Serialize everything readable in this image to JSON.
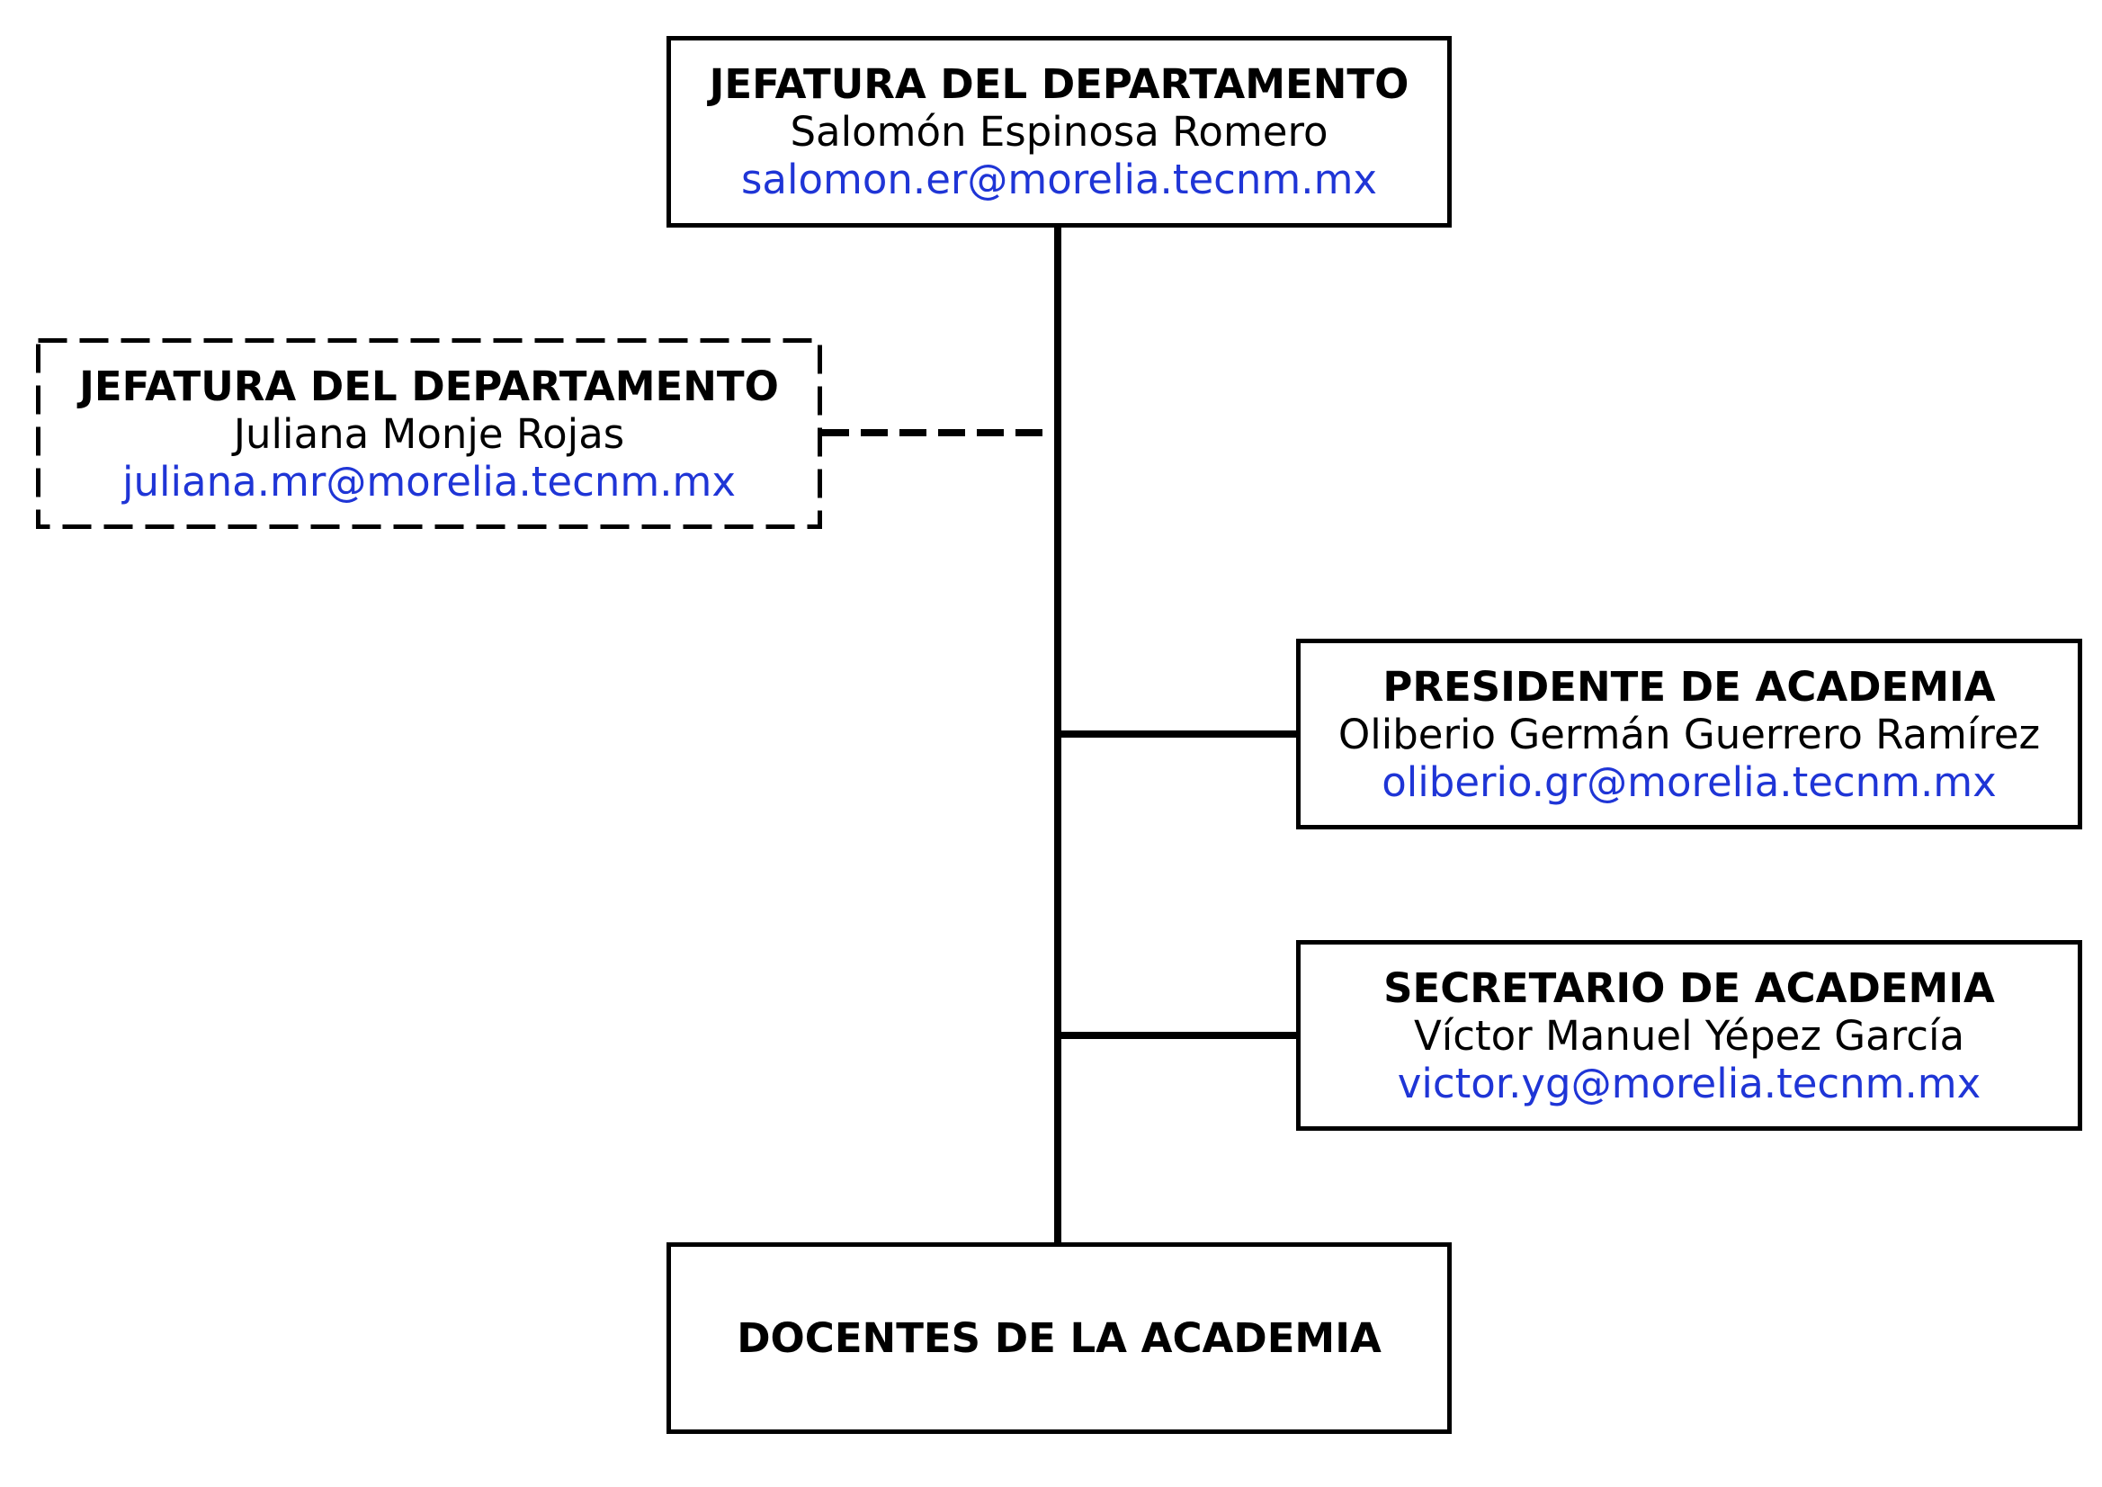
{
  "org_chart": {
    "head": {
      "title": "JEFATURA DEL DEPARTAMENTO",
      "person": "Salomón Espinosa Romero",
      "email": "salomon.er@morelia.tecnm.mx"
    },
    "deputy": {
      "title": "JEFATURA DEL DEPARTAMENTO",
      "person": "Juliana Monje Rojas",
      "email": "juliana.mr@morelia.tecnm.mx"
    },
    "president": {
      "title": "PRESIDENTE DE ACADEMIA",
      "person": "Oliberio Germán Guerrero Ramírez",
      "email": "oliberio.gr@morelia.tecnm.mx"
    },
    "secretary": {
      "title": "SECRETARIO DE ACADEMIA",
      "person": "Víctor Manuel Yépez García",
      "email": "victor.yg@morelia.tecnm.mx"
    },
    "teachers": {
      "title": "DOCENTES DE LA ACADEMIA"
    }
  },
  "colors": {
    "line": "#000000",
    "email": "#1f35d6"
  }
}
